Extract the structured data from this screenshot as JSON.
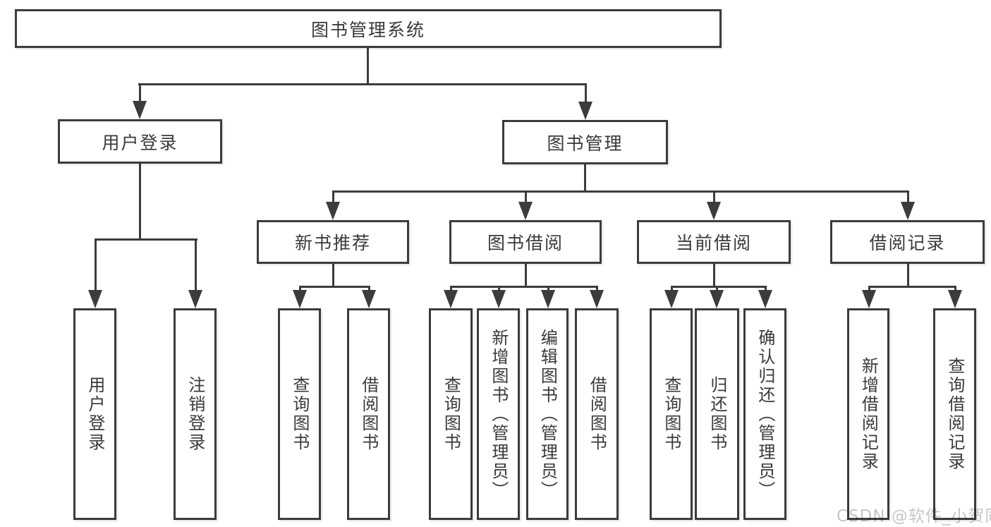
{
  "labels": {
    "root": "图书管理系统",
    "user_login": "用户登录",
    "book_management": "图书管理",
    "new_book_recommend": "新书推荐",
    "book_borrow": "图书借阅",
    "current_borrow": "当前借阅",
    "borrow_records": "借阅记录",
    "leaf_user_login": "用户登录",
    "leaf_logout": "注销登录",
    "leaf_query_book": "查询图书",
    "leaf_borrow_book": "借阅图书",
    "leaf_add_book_admin": "新增图书（管理员）",
    "leaf_edit_book_admin": "编辑图书（管理员）",
    "leaf_return_book": "归还图书",
    "leaf_confirm_return_admin": "确认归还（管理员）",
    "leaf_add_borrow_record": "新增借阅记录",
    "leaf_query_borrow_record": "查询借阅记录"
  },
  "tree": {
    "label": "图书管理系统",
    "children": [
      {
        "label": "用户登录",
        "children": [
          {
            "label": "用户登录"
          },
          {
            "label": "注销登录"
          }
        ]
      },
      {
        "label": "图书管理",
        "children": [
          {
            "label": "新书推荐",
            "children": [
              {
                "label": "查询图书"
              },
              {
                "label": "借阅图书"
              }
            ]
          },
          {
            "label": "图书借阅",
            "children": [
              {
                "label": "查询图书"
              },
              {
                "label": "新增图书（管理员）"
              },
              {
                "label": "编辑图书（管理员）"
              },
              {
                "label": "借阅图书"
              }
            ]
          },
          {
            "label": "当前借阅",
            "children": [
              {
                "label": "查询图书"
              },
              {
                "label": "归还图书"
              },
              {
                "label": "确认归还（管理员）"
              }
            ]
          },
          {
            "label": "借阅记录",
            "children": [
              {
                "label": "新增借阅记录"
              },
              {
                "label": "查询借阅记录"
              }
            ]
          }
        ]
      }
    ]
  },
  "watermark": {
    "text": "CSDN @软件_小贺同学",
    "color": "#c6c6c6"
  },
  "colors": {
    "line": "#3c3c3e",
    "box_border": "#3c3c3e",
    "text": "#3a3a3c",
    "background": "#ffffff"
  }
}
